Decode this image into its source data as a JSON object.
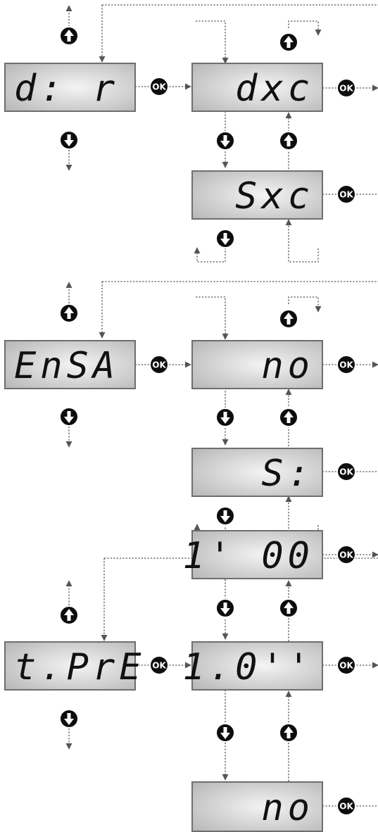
{
  "colors": {
    "lcd_light": "#f2f2f2",
    "lcd_dark": "#b8b8b8",
    "lcd_border": "#6e6e6e",
    "lcd_text": "#111111",
    "button": "#0d0d0d",
    "connector": "#555555"
  },
  "icons": {
    "up": "up-arrow-button-icon",
    "down": "down-arrow-button-icon",
    "ok": "ok-button-icon"
  },
  "sections": [
    {
      "name": "dir",
      "menu_label": "d: r",
      "ok_label": "OK",
      "options": [
        "dxc",
        "Sxc"
      ]
    },
    {
      "name": "ensa",
      "menu_label": "EnSA",
      "ok_label": "OK",
      "options": [
        "no",
        "S:"
      ]
    },
    {
      "name": "tpre",
      "menu_label": "t.PrE",
      "ok_label": "OK",
      "options": [
        "1' 00",
        "1.0''",
        "no"
      ]
    }
  ]
}
